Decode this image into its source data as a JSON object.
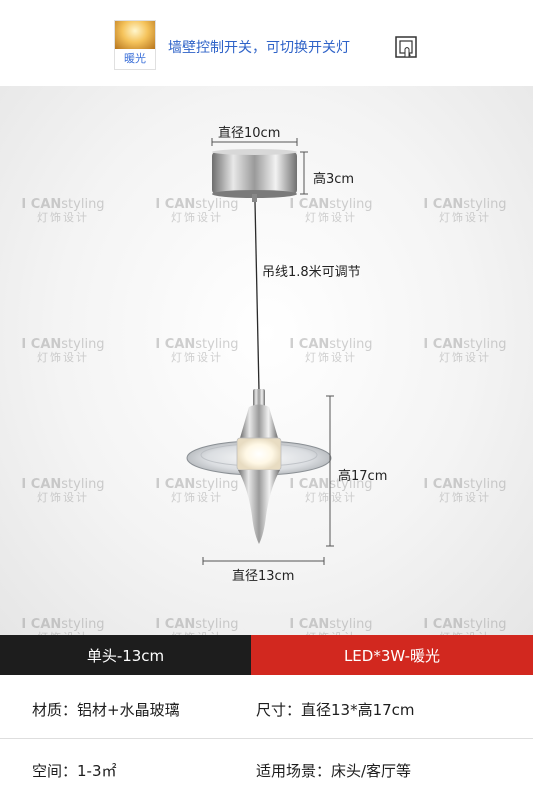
{
  "header": {
    "swatch_label": "暖光",
    "text": "墙壁控制开关，可切换开关灯"
  },
  "watermark": {
    "brand": "I CAN",
    "brand_suffix": "styling",
    "subtitle": "灯饰设计"
  },
  "dimensions": {
    "canopy_diameter": "直径10cm",
    "canopy_height": "高3cm",
    "cord_length": "吊线1.8米可调节",
    "lamp_height": "高17cm",
    "lamp_diameter": "直径13cm"
  },
  "band": {
    "left_label": "单头-13cm",
    "right_label": "LED*3W-暖光"
  },
  "specs": {
    "material": "材质：铝材+水晶玻璃",
    "size": "尺寸：直径13*高17cm",
    "space": "空间：1-3㎡",
    "scene": "适用场景：床头/客厅等"
  },
  "colors": {
    "accent_red": "#d2281f",
    "band_dark": "#1d1d1d",
    "header_blue": "#2f63c8"
  }
}
